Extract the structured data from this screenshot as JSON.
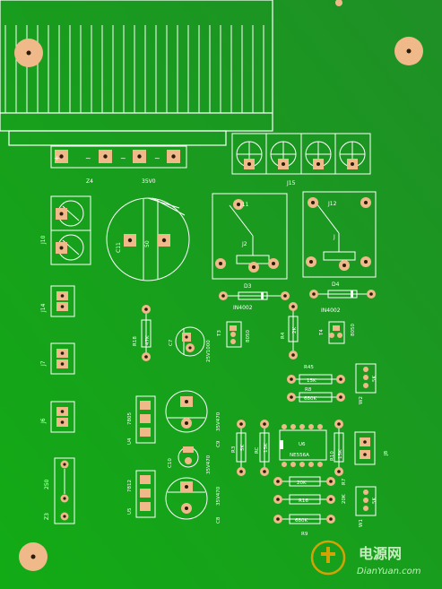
{
  "colors": {
    "board": "#1f9a23",
    "silkscreen": "#ffffff",
    "pad": "#f0b98a",
    "pad_stroke": "#d99a5e",
    "hole": "#2a1a08",
    "watermark_accent": "#f5a200"
  },
  "heatsink": {
    "label": ""
  },
  "connectors": {
    "power_in": {
      "ref": "Z4",
      "value": "35V0",
      "pad_labels": [
        "+",
        "~",
        "~",
        "~"
      ]
    },
    "trimmer_bank": {
      "ref": "J15"
    },
    "relay_left": {
      "ref": "J11",
      "inner": "J2"
    },
    "relay_right": {
      "ref": "J12",
      "inner": "J"
    }
  },
  "components": {
    "J10": "J10",
    "C11": "C11",
    "C11_value": "50",
    "J14": "J14",
    "J7": "J7",
    "J6": "J6",
    "R18": "R18",
    "R18_value": "47K",
    "C7": "C7",
    "C7_value": "25V1000",
    "T3": "T3",
    "T3_value": "8050",
    "R4": "R4",
    "R4_value": "2K",
    "T4": "T4",
    "T4_value": "8050",
    "D3": "D3",
    "D3_value": "IN4002",
    "D4": "D4",
    "D4_value": "IN4002",
    "R45": "R45",
    "R45_value": "15K",
    "R8": "R8",
    "R8_value": "680K",
    "U4": "U4",
    "U4_value": "7805",
    "C9": "C9",
    "C9_value": "35V470",
    "C10": "C10",
    "C10_value": "35V470",
    "C8": "C8",
    "C8_value": "35V470",
    "U5": "U5",
    "U5_value": "7812",
    "R3": "R3",
    "R3_value": "5K",
    "RC": "RC",
    "RC_value": "15K",
    "U6": "U6",
    "U6_value": "NE556A",
    "R10": "R10",
    "R10_value": "15K",
    "R7": "R7",
    "R7_value": "20K",
    "R16": "R16",
    "R16_value": "20K",
    "R9": "R9",
    "R9_value": "680K",
    "Z3": "Z3",
    "Z3_value": "250",
    "W2": "W2",
    "W2_value": "5K",
    "J8": "J8",
    "W1": "W1",
    "W1_value": "5K"
  },
  "watermark": {
    "brand": "电源网",
    "url": "DianYuan.com"
  }
}
